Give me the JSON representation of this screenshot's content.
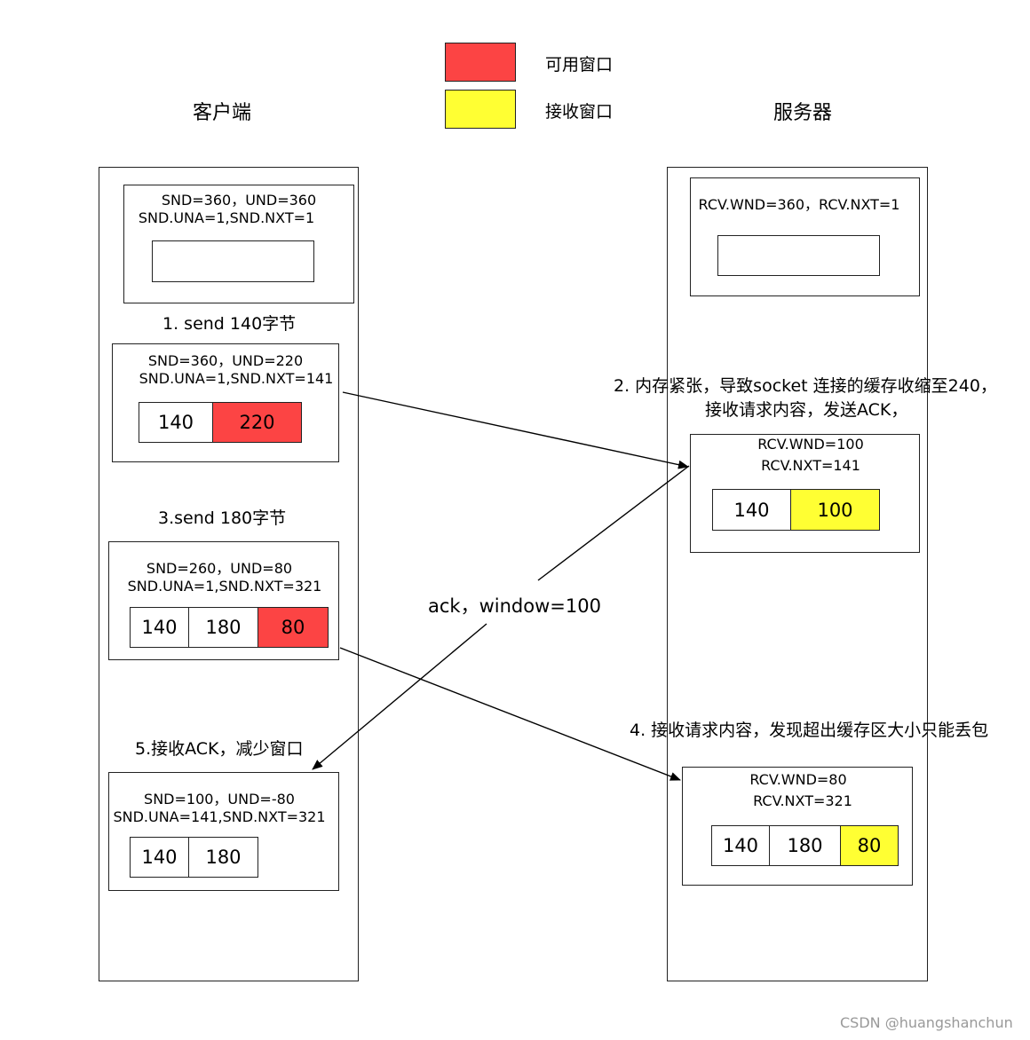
{
  "legend": {
    "available": {
      "label": "可用窗口",
      "color": "#fc4444"
    },
    "receive": {
      "label": "接收窗口",
      "color": "#ffff33"
    }
  },
  "client": {
    "title": "客户端",
    "state0": {
      "line1": "SND=360，UND=360",
      "line2": "SND.UNA=1,SND.NXT=1"
    },
    "step1": {
      "label": "1. send  140字节"
    },
    "state1": {
      "line1": "SND=360，UND=220",
      "line2": "SND.UNA=1,SND.NXT=141",
      "cells": [
        "140",
        "220"
      ]
    },
    "step3": {
      "label": "3.send  180字节"
    },
    "state3": {
      "line1": "SND=260，UND=80",
      "line2": "SND.UNA=1,SND.NXT=321",
      "cells": [
        "140",
        "180",
        "80"
      ]
    },
    "step5": {
      "label": "5.接收ACK，减少窗口"
    },
    "state5": {
      "line1": "SND=100，UND=-80",
      "line2": "SND.UNA=141,SND.NXT=321",
      "cells": [
        "140",
        "180"
      ]
    }
  },
  "server": {
    "title": "服务器",
    "state0": {
      "line1": "RCV.WND=360，RCV.NXT=1"
    },
    "step2": {
      "line1": "2. 内存紧张，导致socket 连接的缓存收缩至240，",
      "line2": "接收请求内容，发送ACK，"
    },
    "state2": {
      "line1": "RCV.WND=100",
      "line2": "RCV.NXT=141",
      "cells": [
        "140",
        "100"
      ]
    },
    "step4": {
      "label": "4. 接收请求内容，发现超出缓存区大小只能丢包"
    },
    "state4": {
      "line1": "RCV.WND=80",
      "line2": "RCV.NXT=321",
      "cells": [
        "140",
        "180",
        "80"
      ]
    }
  },
  "ack_label": "ack，window=100",
  "watermark": "CSDN @huangshanchun"
}
